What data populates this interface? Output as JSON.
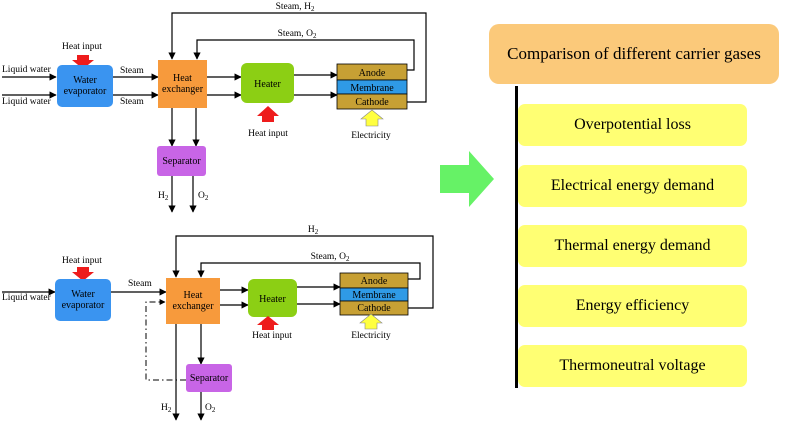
{
  "top_diagram": {
    "inlet_1": "Liquid water",
    "inlet_2": "Liquid water",
    "heat_input_evaporator": "Heat input",
    "evaporator": "Water evaporator",
    "steam_1": "Steam",
    "steam_2": "Steam",
    "heat_exchanger": "Heat exchanger",
    "heater": "Heater",
    "heat_input_heater": "Heat input",
    "anode": "Anode",
    "membrane": "Membrane",
    "cathode": "Cathode",
    "electricity": "Electricity",
    "recycle_h2": "Steam, H2",
    "recycle_o2": "Steam, O2",
    "separator": "Separator",
    "out_h2": "H2",
    "out_o2": "O2"
  },
  "bottom_diagram": {
    "inlet": "Liquid water",
    "heat_input_evaporator": "Heat input",
    "evaporator": "Water evaporator",
    "steam": "Steam",
    "heat_exchanger": "Heat exchanger",
    "heater": "Heater",
    "heat_input_heater": "Heat input",
    "anode": "Anode",
    "membrane": "Membrane",
    "cathode": "Cathode",
    "electricity": "Electricity",
    "recycle_h2": "H2",
    "recycle_o2": "Steam, O2",
    "separator": "Separator",
    "out_h2": "H2",
    "out_o2": "O2"
  },
  "comparison": {
    "title": "Comparison of different carrier gases",
    "items": [
      "Overpotential loss",
      "Electrical energy demand",
      "Thermal energy demand",
      "Energy efficiency",
      "Thermoneutral voltage"
    ]
  },
  "colors": {
    "evaporator": "#3a94f0",
    "heat_exchanger": "#f79a3c",
    "heater": "#8ccf14",
    "separator": "#c865e6",
    "electrode": "#c7a034",
    "membrane": "#2f9ae6",
    "heat_arrow": "#ee1c1c",
    "electricity_arrow": "#ffff40",
    "big_arrow": "#66f266",
    "title_box": "#fbc97a",
    "item_box": "#ffff73"
  }
}
